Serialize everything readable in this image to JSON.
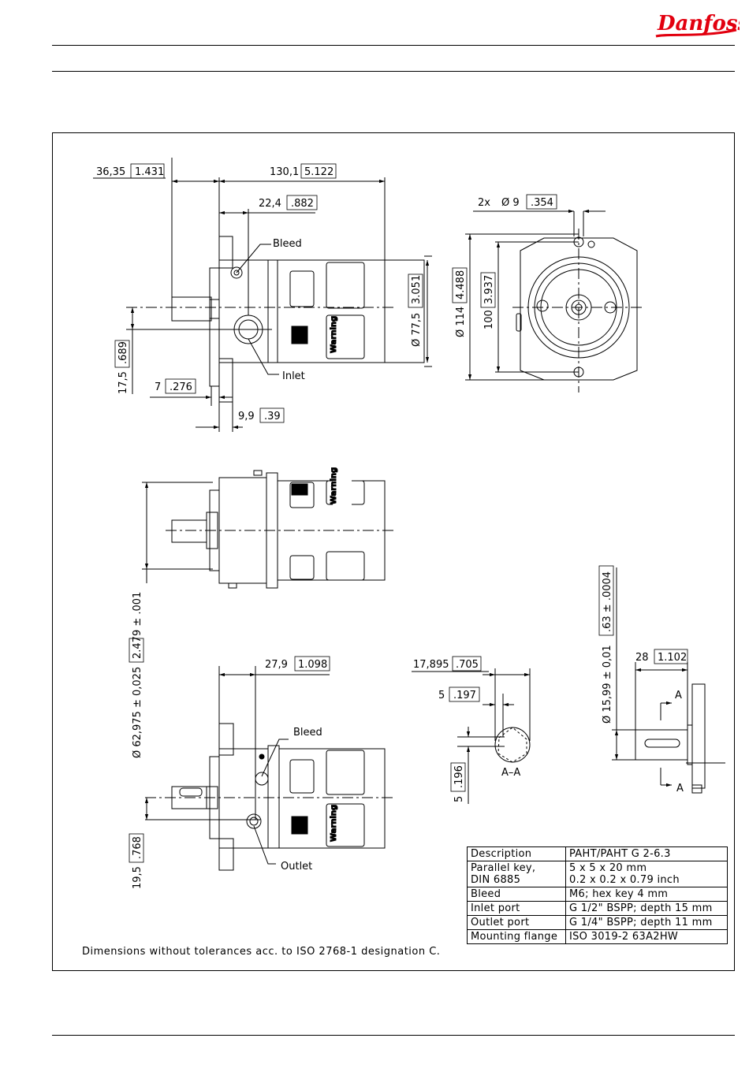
{
  "brand": {
    "name": "Danfoss",
    "color": "#e2000f"
  },
  "labels": {
    "d_36_35": "36,35",
    "d_36_35_in": "1.431",
    "d_130_1": "130,1",
    "d_130_1_in": "5.122",
    "d_22_4": "22,4",
    "d_22_4_in": ".882",
    "bleed_top": "Bleed",
    "inlet": "Inlet",
    "d_17_5": "17,5",
    "d_17_5_in": ".689",
    "d_7": "7",
    "d_7_in": ".276",
    "d_9_9": "9,9",
    "d_9_9_in": ".39",
    "d_77_5": "Ø 77,5",
    "d_77_5_in": "3.051",
    "d_2x": "2x",
    "d_9": "Ø 9",
    "d_9_in": ".354",
    "d_114": "Ø 114",
    "d_114_in": "4.488",
    "d_100": "100",
    "d_100_in": "3.937",
    "d_62_975": "Ø 62,975  ± 0,025",
    "d_62_975_in": "2.479  ± .001",
    "d_27_9": "27,9",
    "d_27_9_in": "1.098",
    "bleed_bottom": "Bleed",
    "outlet": "Outlet",
    "d_19_5": "19,5",
    "d_19_5_in": ".768",
    "d_17_895": "17,895",
    "d_17_895_in": ".705",
    "d_5a": "5",
    "d_5a_in": ".197",
    "d_5b": "5",
    "d_5b_in": ".196",
    "section": "A–A",
    "d_15_99": "Ø 15,99  ± 0,01",
    "d_15_99_in": ".63  ± .0004",
    "d_28": "28",
    "d_28_in": "1.102",
    "sec_a1": "A",
    "sec_a2": "A",
    "warning": "Warning"
  },
  "spec_table": [
    {
      "k": "Description",
      "v": "PAHT/PAHT G 2-6.3"
    },
    {
      "k": "Parallel key,\nDIN 6885",
      "v": "5 x 5 x 20 mm\n0.2 x 0.2 x 0.79 inch"
    },
    {
      "k": "Bleed",
      "v": "M6; hex key 4 mm"
    },
    {
      "k": "Inlet port",
      "v": "G 1/2\" BSPP; depth 15 mm"
    },
    {
      "k": "Outlet port",
      "v": "G 1/4\" BSPP; depth 11 mm"
    },
    {
      "k": "Mounting flange",
      "v": "ISO 3019-2 63A2HW"
    }
  ],
  "note": "Dimensions without tolerances acc. to ISO 2768-1 designation C."
}
